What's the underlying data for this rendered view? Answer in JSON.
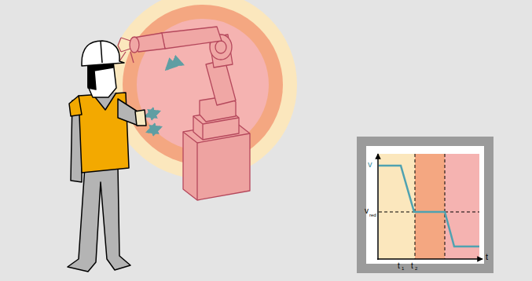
{
  "diagram": {
    "labels": [
      "v",
      "v",
      "red",
      "t",
      "1",
      "t",
      "2",
      "t"
    ]
  }
}
